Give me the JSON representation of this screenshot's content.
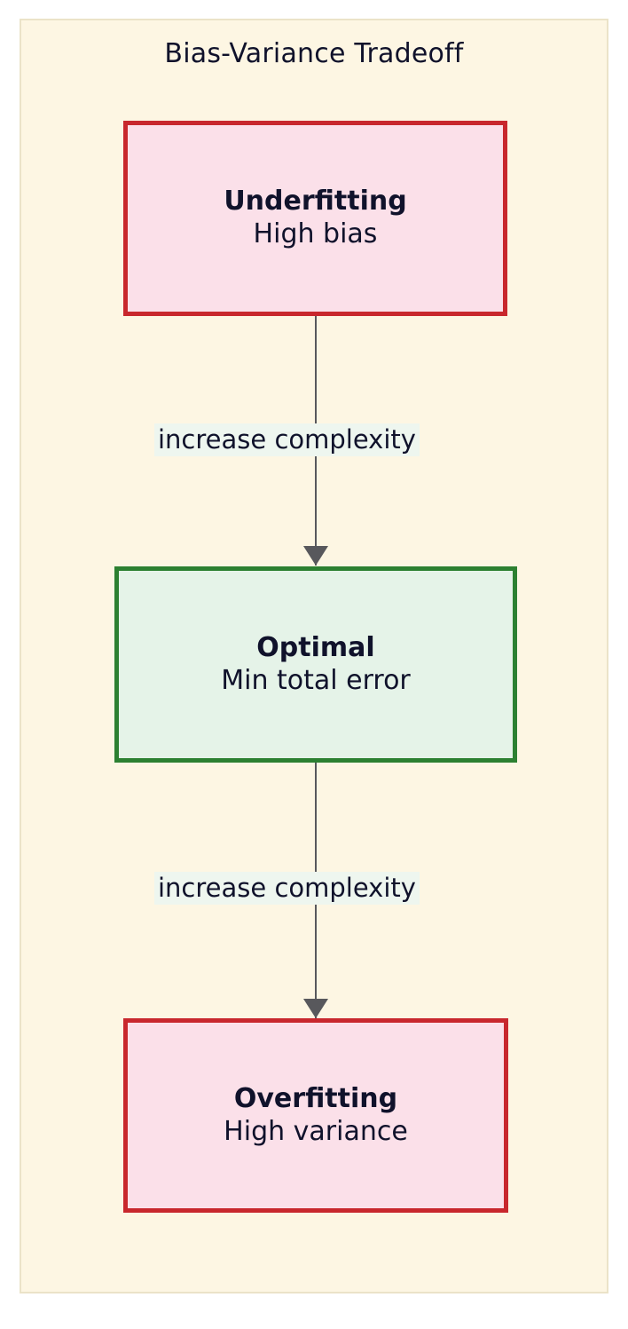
{
  "diagram": {
    "title": "Bias-Variance Tradeoff",
    "background_color": "#fdf6e3",
    "border_color": "#ebe3c8",
    "text_color": "#10122b",
    "connector_color": "#58585c",
    "nodes": [
      {
        "id": "underfitting",
        "title": "Underfitting",
        "subtitle": "High bias",
        "fill": "#fbe0e9",
        "stroke": "#c8272d",
        "role": "bad"
      },
      {
        "id": "optimal",
        "title": "Optimal",
        "subtitle": "Min total error",
        "fill": "#e5f3e8",
        "stroke": "#2c8031",
        "role": "good"
      },
      {
        "id": "overfitting",
        "title": "Overfitting",
        "subtitle": "High variance",
        "fill": "#fbe0e9",
        "stroke": "#c8272d",
        "role": "bad"
      }
    ],
    "edges": [
      {
        "from": "underfitting",
        "to": "optimal",
        "label": "increase complexity",
        "label_fill": "#eef6ef"
      },
      {
        "from": "optimal",
        "to": "overfitting",
        "label": "increase complexity",
        "label_fill": "#eef6ef"
      }
    ]
  }
}
